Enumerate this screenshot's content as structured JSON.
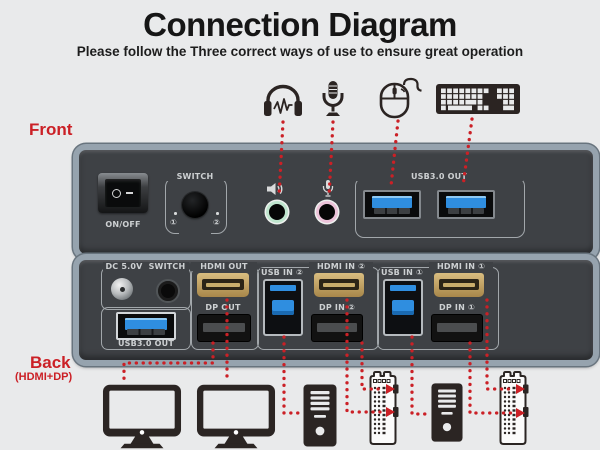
{
  "header": {
    "title": "Connection Diagram",
    "subtitle": "Please follow the Three correct ways of use to ensure great operation"
  },
  "sections": {
    "front": "Front",
    "back": "Back",
    "back_sub": "(HDMI+DP)"
  },
  "front": {
    "power": "ON/OFF",
    "switch": "SWITCH",
    "pos1": "①",
    "pos2": "②",
    "usb_out": "USB3.0 OUT"
  },
  "back": {
    "dc": "DC 5.0V",
    "switch": "SWITCH",
    "hdmi_out": "HDMI OUT",
    "dp_out": "DP OUT",
    "usb_out": "USB3.0 OUT",
    "usb_in2": "USB IN ②",
    "hdmi_in2": "HDMI IN ②",
    "dp_in2": "DP IN ②",
    "usb_in1": "USB IN ①",
    "hdmi_in1": "HDMI IN ①",
    "dp_in1": "DP IN ①"
  },
  "peripherals": {
    "top": [
      "headphones-icon",
      "microphone-icon",
      "mouse-icon",
      "keyboard-icon"
    ],
    "bottom": [
      "monitor-icon",
      "monitor-icon",
      "pc-tower-icon",
      "graphics-card-icon",
      "pc-tower-icon",
      "graphics-card-icon"
    ]
  },
  "colors": {
    "accent_red": "#cb2026",
    "panel_face": "#3e4145",
    "panel_frame": "#96a3ae",
    "usb_blue": "#2f8ee0",
    "hdmi_gold": "#c3a05e",
    "background": "#e9eaeb"
  }
}
